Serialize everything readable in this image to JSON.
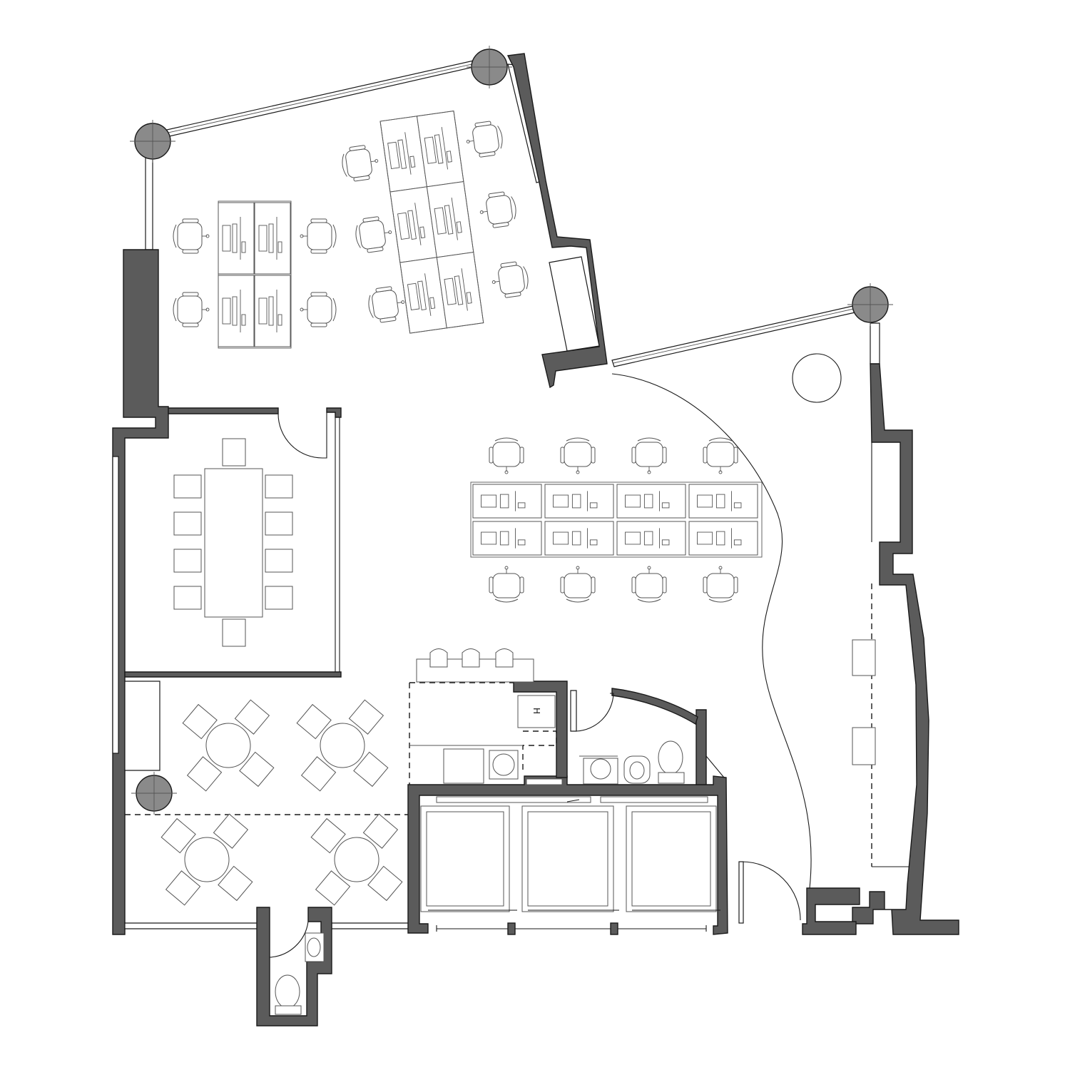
{
  "plan": {
    "title": "",
    "colors": {
      "wall": "#5b5b5b",
      "column": "#8a8a8a",
      "line": "#1a1a1a",
      "furniture": "#555555"
    },
    "labels": {
      "kitchen_marker": "H"
    },
    "rooms": [
      "open-office-north",
      "open-office-east",
      "meeting-room",
      "cafe-area",
      "kitchenette",
      "washroom",
      "elevator-lobby",
      "small-washroom",
      "corridor"
    ],
    "icons": [
      "column-icon",
      "door-swing-icon",
      "chair-icon",
      "desk-icon",
      "toilet-icon",
      "sink-icon",
      "elevator-icon"
    ]
  }
}
